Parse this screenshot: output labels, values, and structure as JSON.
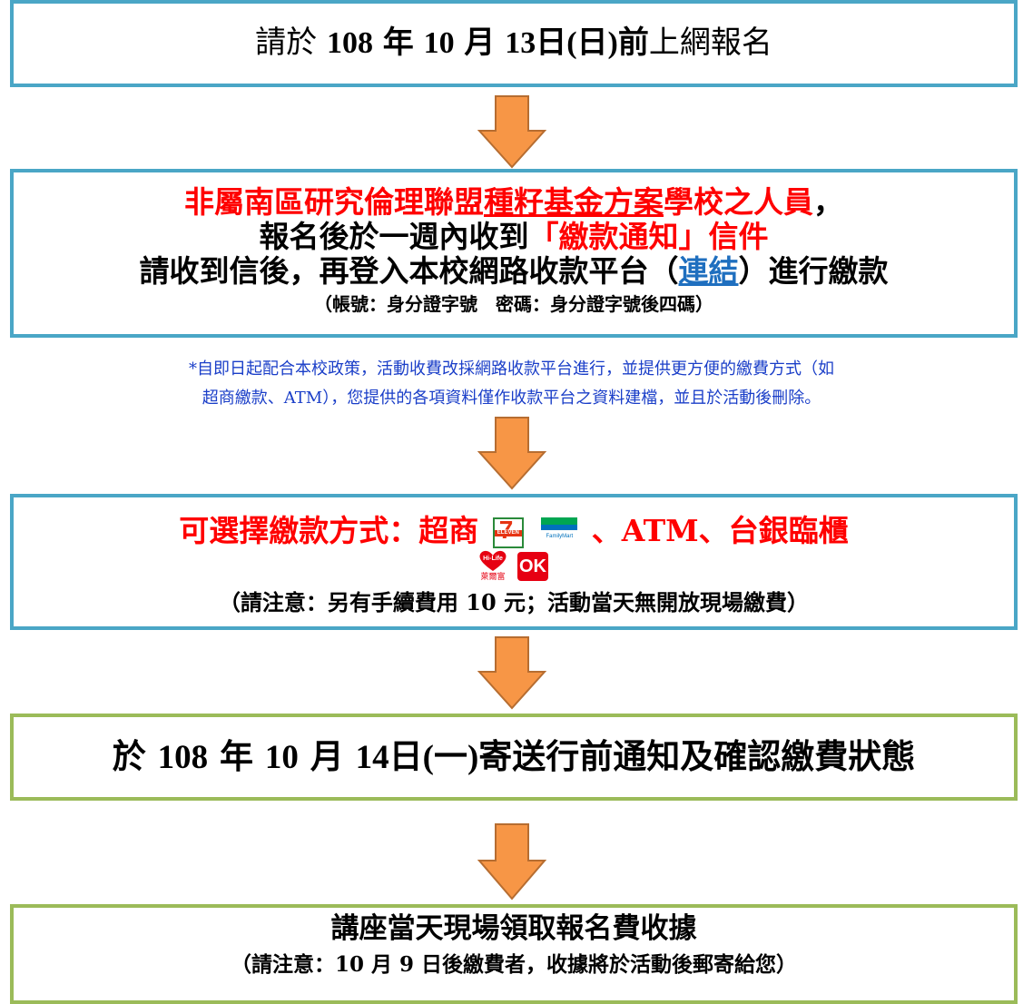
{
  "step1": {
    "prefix": "請於",
    "year": "108",
    "year_unit": "年",
    "month": "10",
    "month_unit": "月",
    "day": "13",
    "day_unit": "日",
    "weekday": "(日)",
    "before": "前",
    "suffix": "上網報名"
  },
  "step2": {
    "line1_red_a": "非屬南區研究倫理聯盟",
    "line1_red_b": "種籽基金方案",
    "line1_red_c": "學校之人員",
    "line1_comma": "，",
    "line2_a": "報名後於一週內收到",
    "line2_red": "「繳款通知」信件",
    "line3_a": "請收到信後，再登入本校網路收款平台（",
    "line3_link": "連結",
    "line3_b": "）進行繳款",
    "line4": "（帳號：身分證字號　密碼：身分證字號後四碼）"
  },
  "notice": {
    "line1": "*自即日起配合本校政策，活動收費改採網路收款平台進行，並提供更方便的繳費方式（如",
    "line2": "超商繳款、ATM），您提供的各項資料僅作收款平台之資料建檔，並且於活動後刪除。"
  },
  "step3": {
    "label": "可選擇繳款方式：超商",
    "suffix": "、ATM、台銀臨櫃",
    "logo_711": "ELEVEN",
    "logo_711_num": "7",
    "logo_family": "FamilyMart",
    "logo_hilife": "Hi-Life",
    "logo_hilife_cn": "萊爾富",
    "logo_ok": "OK",
    "note": "（請注意：另有手續費用 10 元；活動當天無開放現場繳費）"
  },
  "step4": {
    "prefix": "於",
    "year": "108",
    "year_unit": "年",
    "month": "10",
    "month_unit": "月",
    "day": "14",
    "day_unit": "日",
    "weekday": "(一)",
    "suffix": "寄送行前通知及確認繳費狀態"
  },
  "step5": {
    "title": "講座當天現場領取報名費收據",
    "note": "（請注意：10 月 9 日後繳費者，收據將於活動後郵寄給您）"
  },
  "colors": {
    "arrow_fill": "#f79646",
    "arrow_stroke": "#b66d31",
    "blue_border": "#4aa6c6",
    "green_border": "#9bbb59",
    "red_text": "#ff0000",
    "notice_text": "#1a3ec8"
  }
}
